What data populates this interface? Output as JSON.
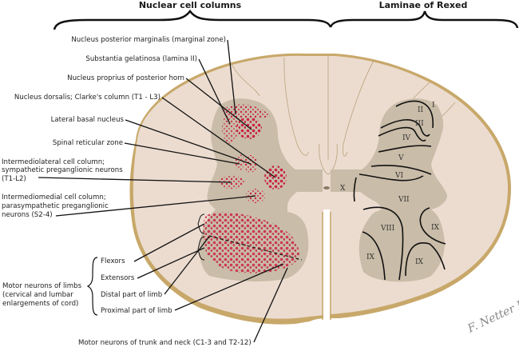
{
  "headers": {
    "left": "Nuclear cell columns",
    "right": "Laminae of Rexed"
  },
  "nuclear_labels": {
    "posterior_marginalis": "Nucleus posterior marginalis (marginal zone)",
    "substantia_gelatinosa": "Substantia gelatinosa (lamina II)",
    "nucleus_proprius": "Nucleus proprius of posterior horn",
    "nucleus_dorsalis": "Nucleus dorsalis; Clarke's column (T1 - L3)",
    "lateral_basal": "Lateral basal nucleus",
    "spinal_reticular": "Spinal reticular zone",
    "intermediolateral": [
      "Intermediolateral cell column;",
      "sympathetic preganglionic neurons",
      "(T1-L2)"
    ],
    "intermediomedial": [
      "Intermediomedial cell column;",
      "parasympathetic preganglionic",
      "neurons (S2-4)"
    ],
    "motor_limbs_group": [
      "Motor neurons of limbs",
      "(cervical and lumbar",
      "enlargements of cord)"
    ],
    "flexors": "Flexors",
    "extensors": "Extensors",
    "distal_limb": "Distal part of limb",
    "proximal_limb": "Proximal part of limb",
    "trunk_neck": "Motor neurons of trunk and neck (C1-3 and T2-12)"
  },
  "laminae": [
    "I",
    "II",
    "III",
    "IV",
    "V",
    "VI",
    "VII",
    "VIII",
    "IX",
    "IX",
    "IX",
    "X"
  ],
  "signature": "F. Netter M.D.",
  "colors": {
    "white_matter": "#ecdcd0",
    "gray_matter": "#c9bca8",
    "nucleus_red": "#cc2244",
    "rim": "#c8a86a",
    "leader": "#111111"
  }
}
